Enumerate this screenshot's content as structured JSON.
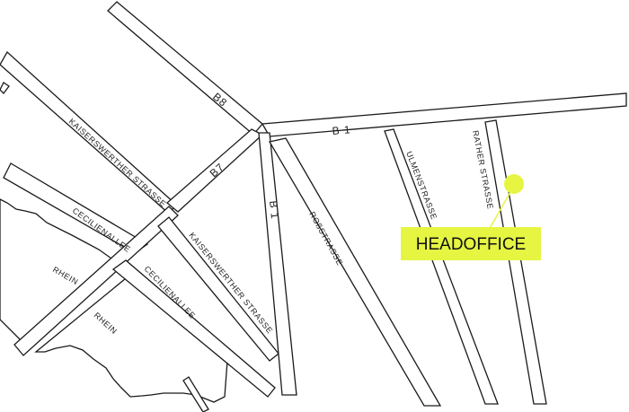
{
  "map": {
    "accent_color": "#e6f542",
    "labels": {
      "b8": "B8",
      "b1_top": "B 1",
      "b7": "B7",
      "b1_vertical": "B 1",
      "kaiserswerther_upper": "KAISERSWERTHER STRASSE",
      "kaiserswerther_lower": "KAISERSWERTHER STRASSE",
      "cecilienallee_upper": "CECILIENALLEE",
      "cecilienallee_lower": "CECILIENALLEE",
      "rhein_upper": "RHEIN",
      "rhein_lower": "RHEIN",
      "rossstrasse": "ROßSTRASSE",
      "ulmenstrasse": "ULMENSTRASSE",
      "rather_strasse": "RATHER STRASSE"
    },
    "marker": {
      "label": "HEADOFFICE",
      "icon": "location-dot-icon"
    }
  }
}
